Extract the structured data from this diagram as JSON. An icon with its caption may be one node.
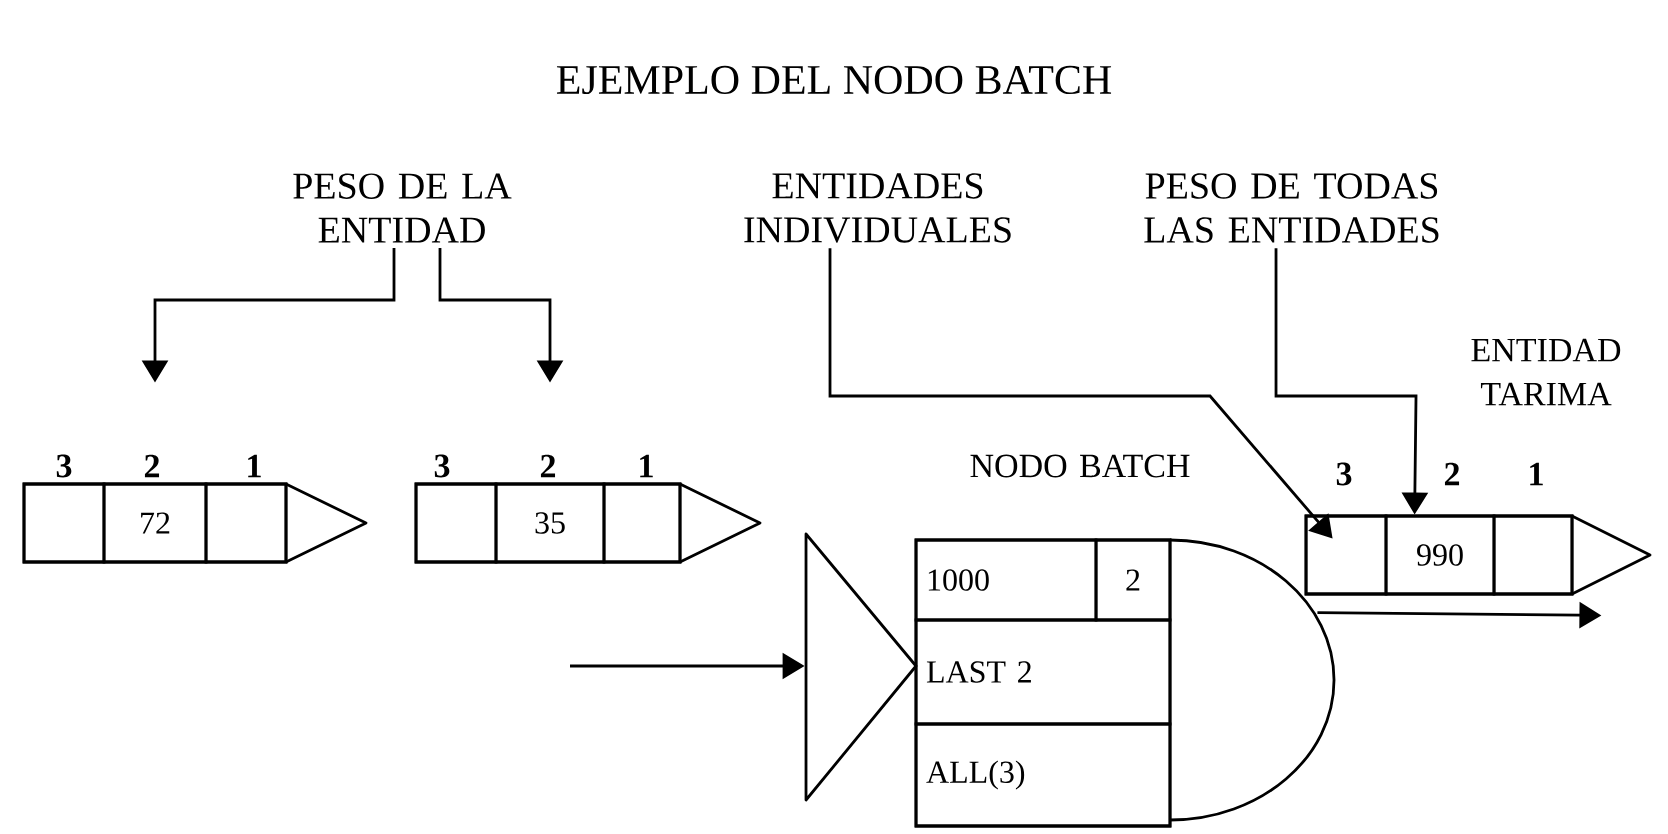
{
  "diagram": {
    "title": "EJEMPLO DEL NODO BATCH",
    "nodes": [
      {
        "text": [
          "PESO DE LA ENTIDAD"
        ]
      },
      {
        "text": [
          "ENTIDADES INDIVIDUALES"
        ]
      },
      {
        "text": [
          "PESO DE TODAS LAS ENTIDADES"
        ]
      },
      {
        "text": [],
        "shape": "box"
      },
      {
        "text": [],
        "shape": "box",
        "in": 3,
        "beside": [
          "3"
        ]
      },
      {
        "text": [
          "72"
        ],
        "in": 3,
        "beside": [
          "2"
        ]
      },
      {
        "text": [],
        "shape": "box",
        "in": 3,
        "beside": [
          "1"
        ]
      },
      {
        "text": [],
        "shape": "box"
      },
      {
        "text": [],
        "shape": "box",
        "in": 7,
        "beside": [
          "3"
        ]
      },
      {
        "text": [
          "35"
        ],
        "in": 7,
        "beside": [
          "2"
        ]
      },
      {
        "text": [],
        "shape": "box",
        "in": 7,
        "beside": [
          "1"
        ]
      },
      {
        "text": [],
        "shape": "box",
        "beside": [
          "ENTIDAD TARIMA"
        ]
      },
      {
        "text": [],
        "shape": "box",
        "in": 11,
        "beside": [
          "3"
        ]
      },
      {
        "text": [
          "990"
        ],
        "in": 11,
        "beside": [
          "2"
        ]
      },
      {
        "text": [],
        "shape": "box",
        "in": 11,
        "beside": [
          "1"
        ]
      },
      {
        "text": [],
        "shape": "box",
        "beside": [
          "NODO BATCH"
        ]
      },
      {
        "text": [
          "1000"
        ],
        "in": 15
      },
      {
        "text": [
          "2"
        ],
        "in": 15
      },
      {
        "text": [
          "LAST 2"
        ],
        "in": 15
      },
      {
        "text": [
          "ALL(3)"
        ],
        "in": 15
      }
    ],
    "edges": [
      {
        "from": 0,
        "to": 5,
        "arrow": "to"
      },
      {
        "from": 0,
        "to": 9,
        "arrow": "to"
      },
      {
        "from": 1,
        "to": 12,
        "arrow": "to"
      },
      {
        "from": 2,
        "to": 13,
        "arrow": "to"
      },
      {
        "from": null,
        "to": 15,
        "arrow": "to"
      },
      {
        "from": 15,
        "to": 11,
        "arrow": "to"
      }
    ]
  }
}
